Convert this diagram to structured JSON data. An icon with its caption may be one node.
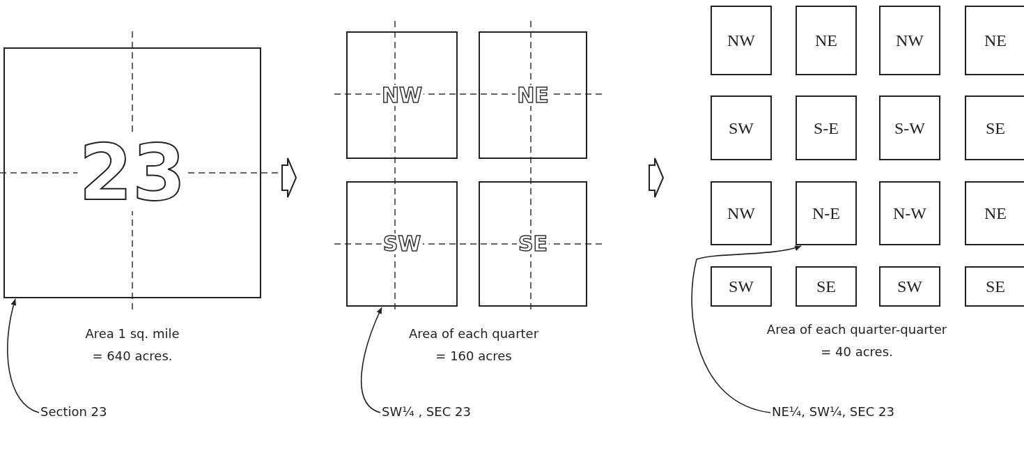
{
  "diagram": {
    "nodes": [
      {
        "text": [
          "23"
        ]
      },
      {
        "text": [
          "NW"
        ]
      },
      {
        "text": [
          "NE"
        ]
      },
      {
        "text": [
          "SW"
        ]
      },
      {
        "text": [
          "SE"
        ]
      },
      {
        "text": [
          "NW"
        ]
      },
      {
        "text": [
          "NE"
        ]
      },
      {
        "text": [
          "NW"
        ]
      },
      {
        "text": [
          "NE"
        ]
      },
      {
        "text": [
          "SW"
        ]
      },
      {
        "text": [
          "S-E"
        ]
      },
      {
        "text": [
          "S-W"
        ]
      },
      {
        "text": [
          "SE"
        ]
      },
      {
        "text": [
          "NW"
        ]
      },
      {
        "text": [
          "N-E"
        ]
      },
      {
        "text": [
          "N-W"
        ]
      },
      {
        "text": [
          "NE"
        ]
      },
      {
        "text": [
          "SW"
        ]
      },
      {
        "text": [
          "SE"
        ]
      },
      {
        "text": [
          "SW"
        ]
      },
      {
        "text": [
          "SE"
        ]
      },
      {
        "text": [
          "Section 23"
        ]
      },
      {
        "text": [
          "SW¼ , SEC 23"
        ]
      },
      {
        "text": [
          "NE¼, SW¼, SEC 23"
        ]
      }
    ],
    "edges": [
      {
        "from": 21,
        "to": 0,
        "arrow": "to"
      },
      {
        "from": 22,
        "to": 3,
        "arrow": "to"
      },
      {
        "from": 23,
        "to": 14,
        "arrow": "to"
      }
    ],
    "labels": [
      "Area 1 sq. mile",
      "= 640 acres.",
      "Area of each quarter",
      "= 160 acres",
      "Area of each quarter-quarter",
      "= 40 acres."
    ]
  }
}
